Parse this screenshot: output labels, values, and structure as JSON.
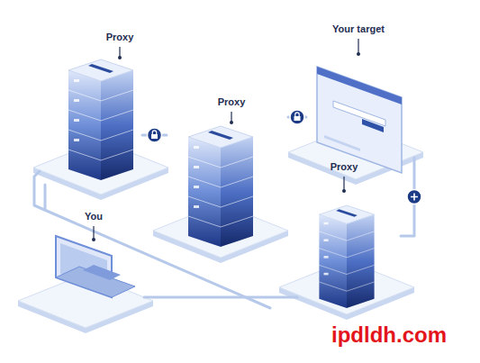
{
  "diagram": {
    "nodes": [
      {
        "text": [
          "Proxy"
        ]
      },
      {
        "text": [
          "Your target"
        ]
      },
      {
        "text": [
          "Proxy"
        ]
      },
      {
        "text": [
          "Proxy"
        ]
      },
      {
        "text": [
          "You"
        ]
      }
    ],
    "edges": [
      {
        "from": 4,
        "to": 0,
        "arrow": "none"
      },
      {
        "from": 0,
        "to": 2,
        "arrow": "none"
      },
      {
        "from": 2,
        "to": 1,
        "arrow": "none"
      },
      {
        "from": 4,
        "to": 3,
        "arrow": "none"
      },
      {
        "from": 3,
        "to": 1,
        "arrow": "none"
      }
    ],
    "labels": [
      "ipdldh.com"
    ]
  }
}
